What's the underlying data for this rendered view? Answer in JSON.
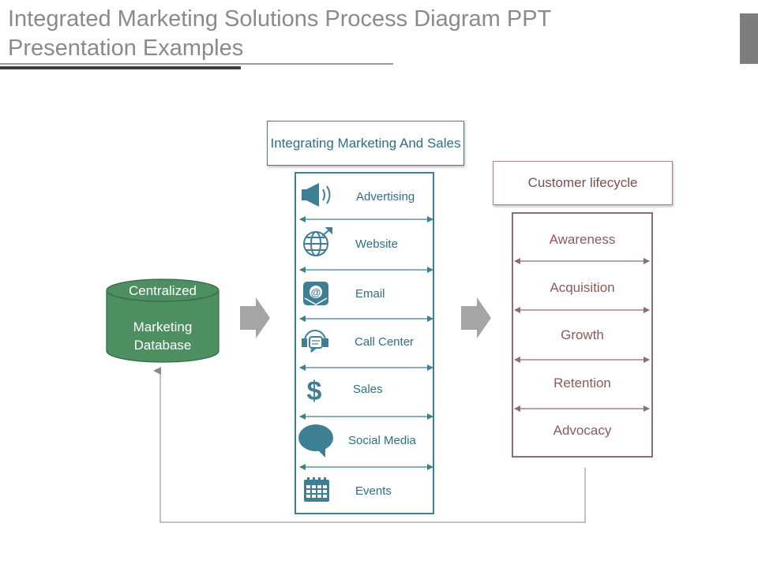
{
  "header": {
    "title": "Integrated Marketing Solutions Process Diagram PPT Presentation Examples"
  },
  "database": {
    "label_top": "Centralized",
    "label_main": "Marketing Database",
    "color": "#4e8f62"
  },
  "channels": {
    "title": "Integrating Marketing And Sales",
    "items": [
      "Advertising",
      "Website",
      "Email",
      "Call Center",
      "Sales",
      "Social Media",
      "Events"
    ],
    "icons": [
      "megaphone-icon",
      "globe-icon",
      "email-icon",
      "headset-icon",
      "dollar-icon",
      "speech-bubble-icon",
      "calendar-icon"
    ],
    "color": "#3e7f96"
  },
  "lifecycle": {
    "title": "Customer lifecycle",
    "items": [
      "Awareness",
      "Acquisition",
      "Growth",
      "Retention",
      "Advocacy"
    ],
    "color": "#8d6e6e"
  }
}
